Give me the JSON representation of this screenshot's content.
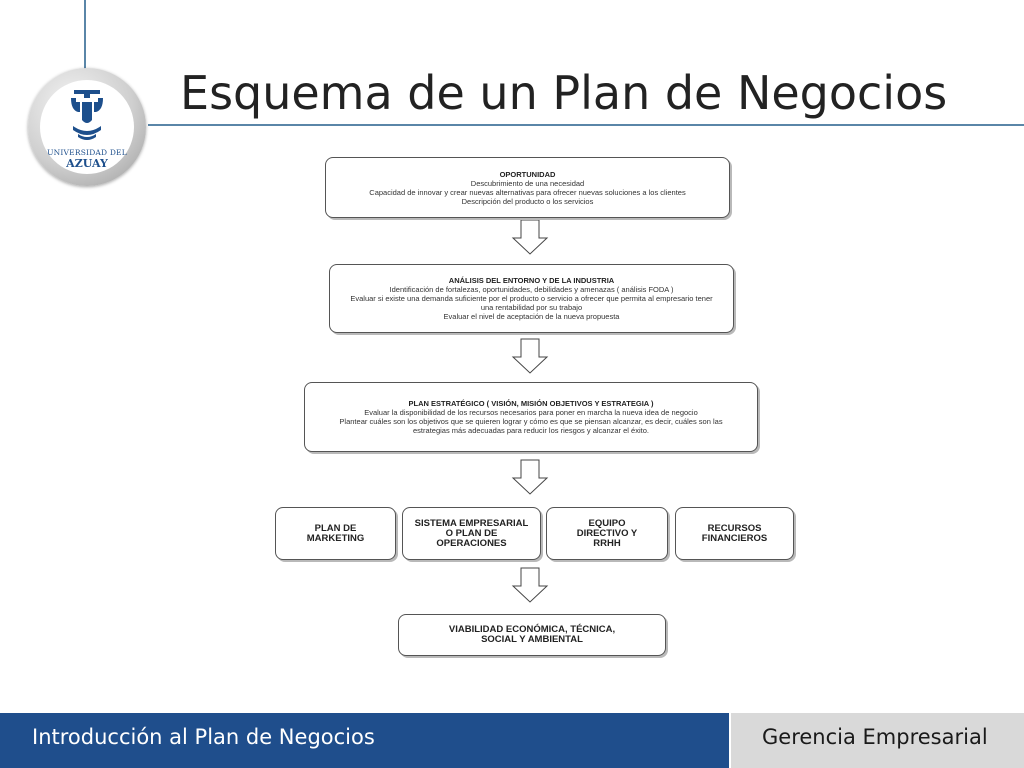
{
  "slide": {
    "title": "Esquema de un Plan de Negocios"
  },
  "logo": {
    "line1": "UNIVERSIDAD DEL",
    "line2": "AZUAY"
  },
  "diagram": {
    "oportunidad": {
      "heading": "OPORTUNIDAD",
      "lines": [
        "Descubrimiento de una necesidad",
        "Capacidad de innovar y crear nuevas alternativas para ofrecer nuevas soluciones a los clientes",
        "Descripción del producto o los servicios"
      ]
    },
    "analisis": {
      "heading": "ANÁLISIS DEL ENTORNO Y DE LA INDUSTRIA",
      "lines": [
        "Identificación de fortalezas, oportunidades, debilidades y amenazas ( análisis FODA )",
        "Evaluar si existe una demanda suficiente por el producto o servicio a ofrecer que permita al empresario tener",
        "una rentabilidad por su trabajo",
        "Evaluar el nivel de aceptación de la nueva propuesta"
      ]
    },
    "plan_estrategico": {
      "heading": "PLAN ESTRATÉGICO ( VISIÓN, MISIÓN OBJETIVOS Y ESTRATEGIA )",
      "lines": [
        "Evaluar la disponibilidad de los recursos necesarios para poner en marcha la nueva idea de negocio",
        "Plantear cuáles son los objetivos que se quieren lograr y cómo es que se piensan alcanzar, es decir, cuáles son las",
        "estrategias más adecuadas para reducir los riesgos y alcanzar el éxito."
      ]
    },
    "plans": [
      [
        "PLAN DE",
        "MARKETING"
      ],
      [
        "SISTEMA EMPRESARIAL",
        "O PLAN DE",
        "OPERACIONES"
      ],
      [
        "EQUIPO",
        "DIRECTIVO Y",
        "RRHH"
      ],
      [
        "RECURSOS",
        "FINANCIEROS"
      ]
    ],
    "viabilidad": [
      "VIABILIDAD ECONÓMICA, TÉCNICA,",
      "SOCIAL Y AMBIENTAL"
    ]
  },
  "footer": {
    "left": "Introducción al Plan de Negocios",
    "right": "Gerencia Empresarial"
  },
  "colors": {
    "footer_blue": "#1f4e8c",
    "footer_gray": "#d9d9d9",
    "accent_line": "#5a86a8"
  }
}
